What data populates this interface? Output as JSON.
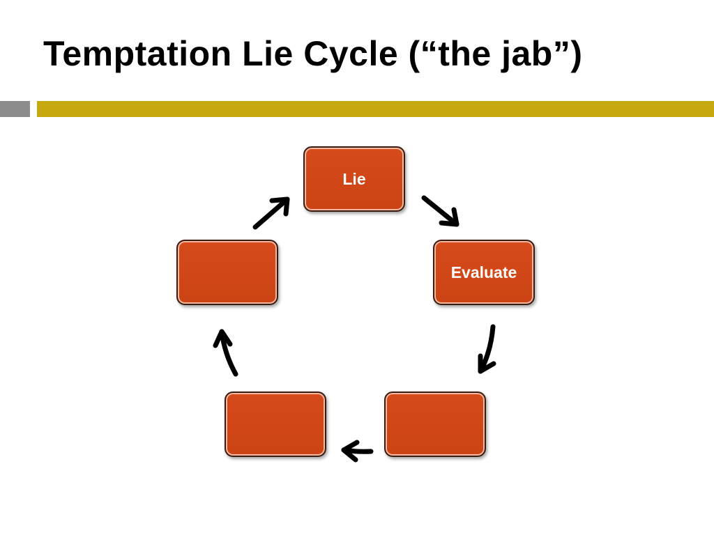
{
  "slide": {
    "title": "Temptation Lie Cycle (“the jab”)"
  },
  "cycle": {
    "steps": [
      {
        "label": "Lie"
      },
      {
        "label": "Evaluate"
      },
      {
        "label": ""
      },
      {
        "label": ""
      },
      {
        "label": ""
      }
    ]
  },
  "colors": {
    "box_fill": "#d14817",
    "accent_bar": "#c6a80f",
    "side_bar": "#8c8c8c",
    "arrow": "#000000"
  }
}
